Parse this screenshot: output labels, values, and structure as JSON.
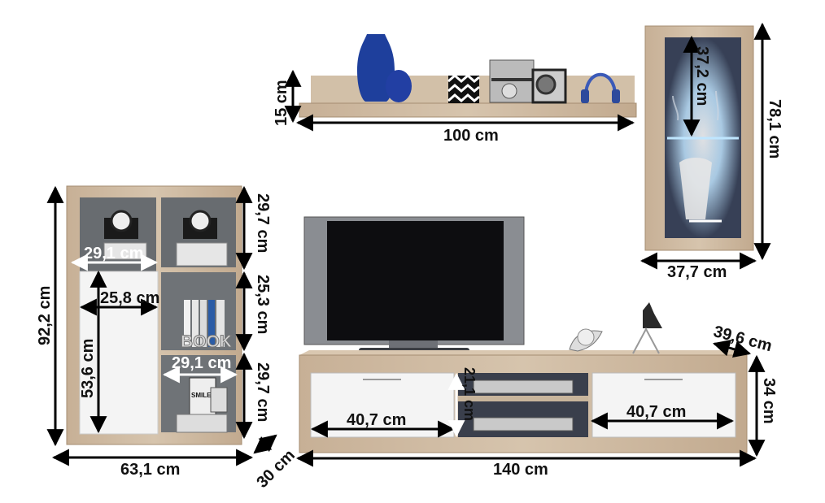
{
  "shelf": {
    "height": "15 cm",
    "width": "100 cm"
  },
  "glass_cabinet": {
    "inner_height": "37,2 cm",
    "height": "78,1 cm",
    "width": "37,7 cm"
  },
  "bookcase": {
    "height": "92,2 cm",
    "width": "63,1 cm",
    "depth": "30 cm",
    "top_shelf_width": "29,1 cm",
    "door_width": "25,8 cm",
    "door_height": "53,6 cm",
    "lower_shelf_width": "29,1 cm",
    "compartment_1": "29,7 cm",
    "compartment_2": "25,3 cm",
    "compartment_3": "29,7 cm",
    "book_sign": "BOOK",
    "book_cover": "SMILE"
  },
  "tv_stand": {
    "width": "140 cm",
    "height": "34 cm",
    "depth": "39,6 cm",
    "left_drawer_width": "40,7 cm",
    "right_drawer_width": "40,7 cm",
    "shelf_height": "21,1 cm"
  },
  "colors": {
    "oak": "#c9b49a",
    "white": "#f4f4f4",
    "arrow": "#000000",
    "vase_blue": "#1e3f9c"
  }
}
